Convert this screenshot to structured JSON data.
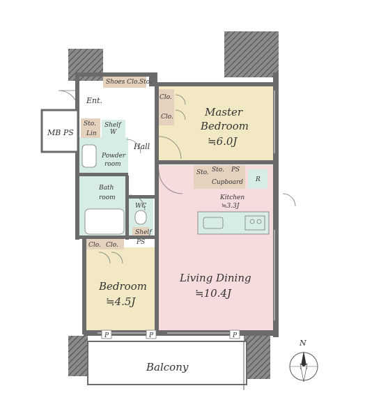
{
  "rooms": {
    "entrance": "Ent.",
    "shoes_closet": "Shoes Clo.",
    "storage_top": "Sto.",
    "master_closet_1": "Clo.",
    "master_closet_2": "Clo.",
    "master_bedroom_line1": "Master",
    "master_bedroom_line2": "Bedroom",
    "master_bedroom_size": "≒6.0J",
    "mb_ps": "MB PS",
    "storage_left": "Sto.",
    "linen": "Lin",
    "shelf_w_line1": "Shelf",
    "shelf_w_line2": "W",
    "powder_line1": "Powder",
    "powder_line2": "room",
    "hall": "Hall",
    "storage_kitchen": "Sto.",
    "storage_kitchen_2": "Sto.",
    "ps_kitchen": "PS",
    "cupboard": "Cupboard",
    "refrigerator": "R",
    "kitchen": "Kitchen",
    "kitchen_size": "≒3.3J",
    "bath_line1": "Bath",
    "bath_line2": "room",
    "wc": "WC",
    "shelf_wc": "Shelf",
    "bedroom_closet_small": "Clo.",
    "bedroom_closet": "Clo.",
    "ps_bedroom": "PS",
    "bedroom": "Bedroom",
    "bedroom_size": "≒4.5J",
    "living_dining": "Living Dining",
    "living_size": "≒10.4J",
    "pipe_1": "P",
    "pipe_2": "P",
    "pipe_3": "P",
    "balcony": "Balcony"
  },
  "compass": {
    "label": "N",
    "icon": "north-arrow-icon"
  },
  "colors": {
    "bedroom_fill": "#f2e8c4",
    "living_fill": "#f6dcdc",
    "wet_fill": "#d8ece6",
    "storage_fill": "#e4d2bf",
    "wall": "#6b6b6b"
  }
}
